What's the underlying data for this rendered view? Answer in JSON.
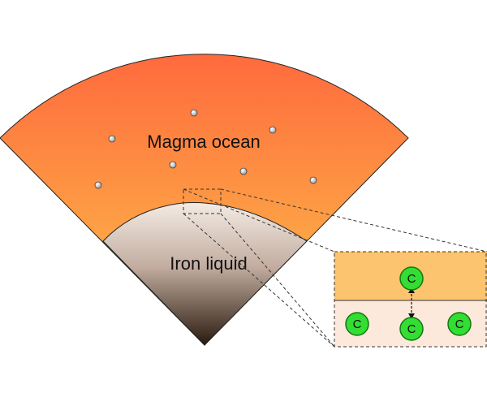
{
  "labels": {
    "magma_ocean": "Magma ocean",
    "iron_liquid": "Iron liquid"
  },
  "atoms": {
    "symbol": "C",
    "fill": "#33dd33",
    "stroke": "#117711"
  },
  "colors": {
    "magma_top": "#ff6a3d",
    "magma_bottom": "#fcc34a",
    "iron_top": "#f4ebe4",
    "iron_bottom": "#2a1a0e",
    "inset_magma": "#fcc46e",
    "inset_iron": "#fde9dc"
  }
}
